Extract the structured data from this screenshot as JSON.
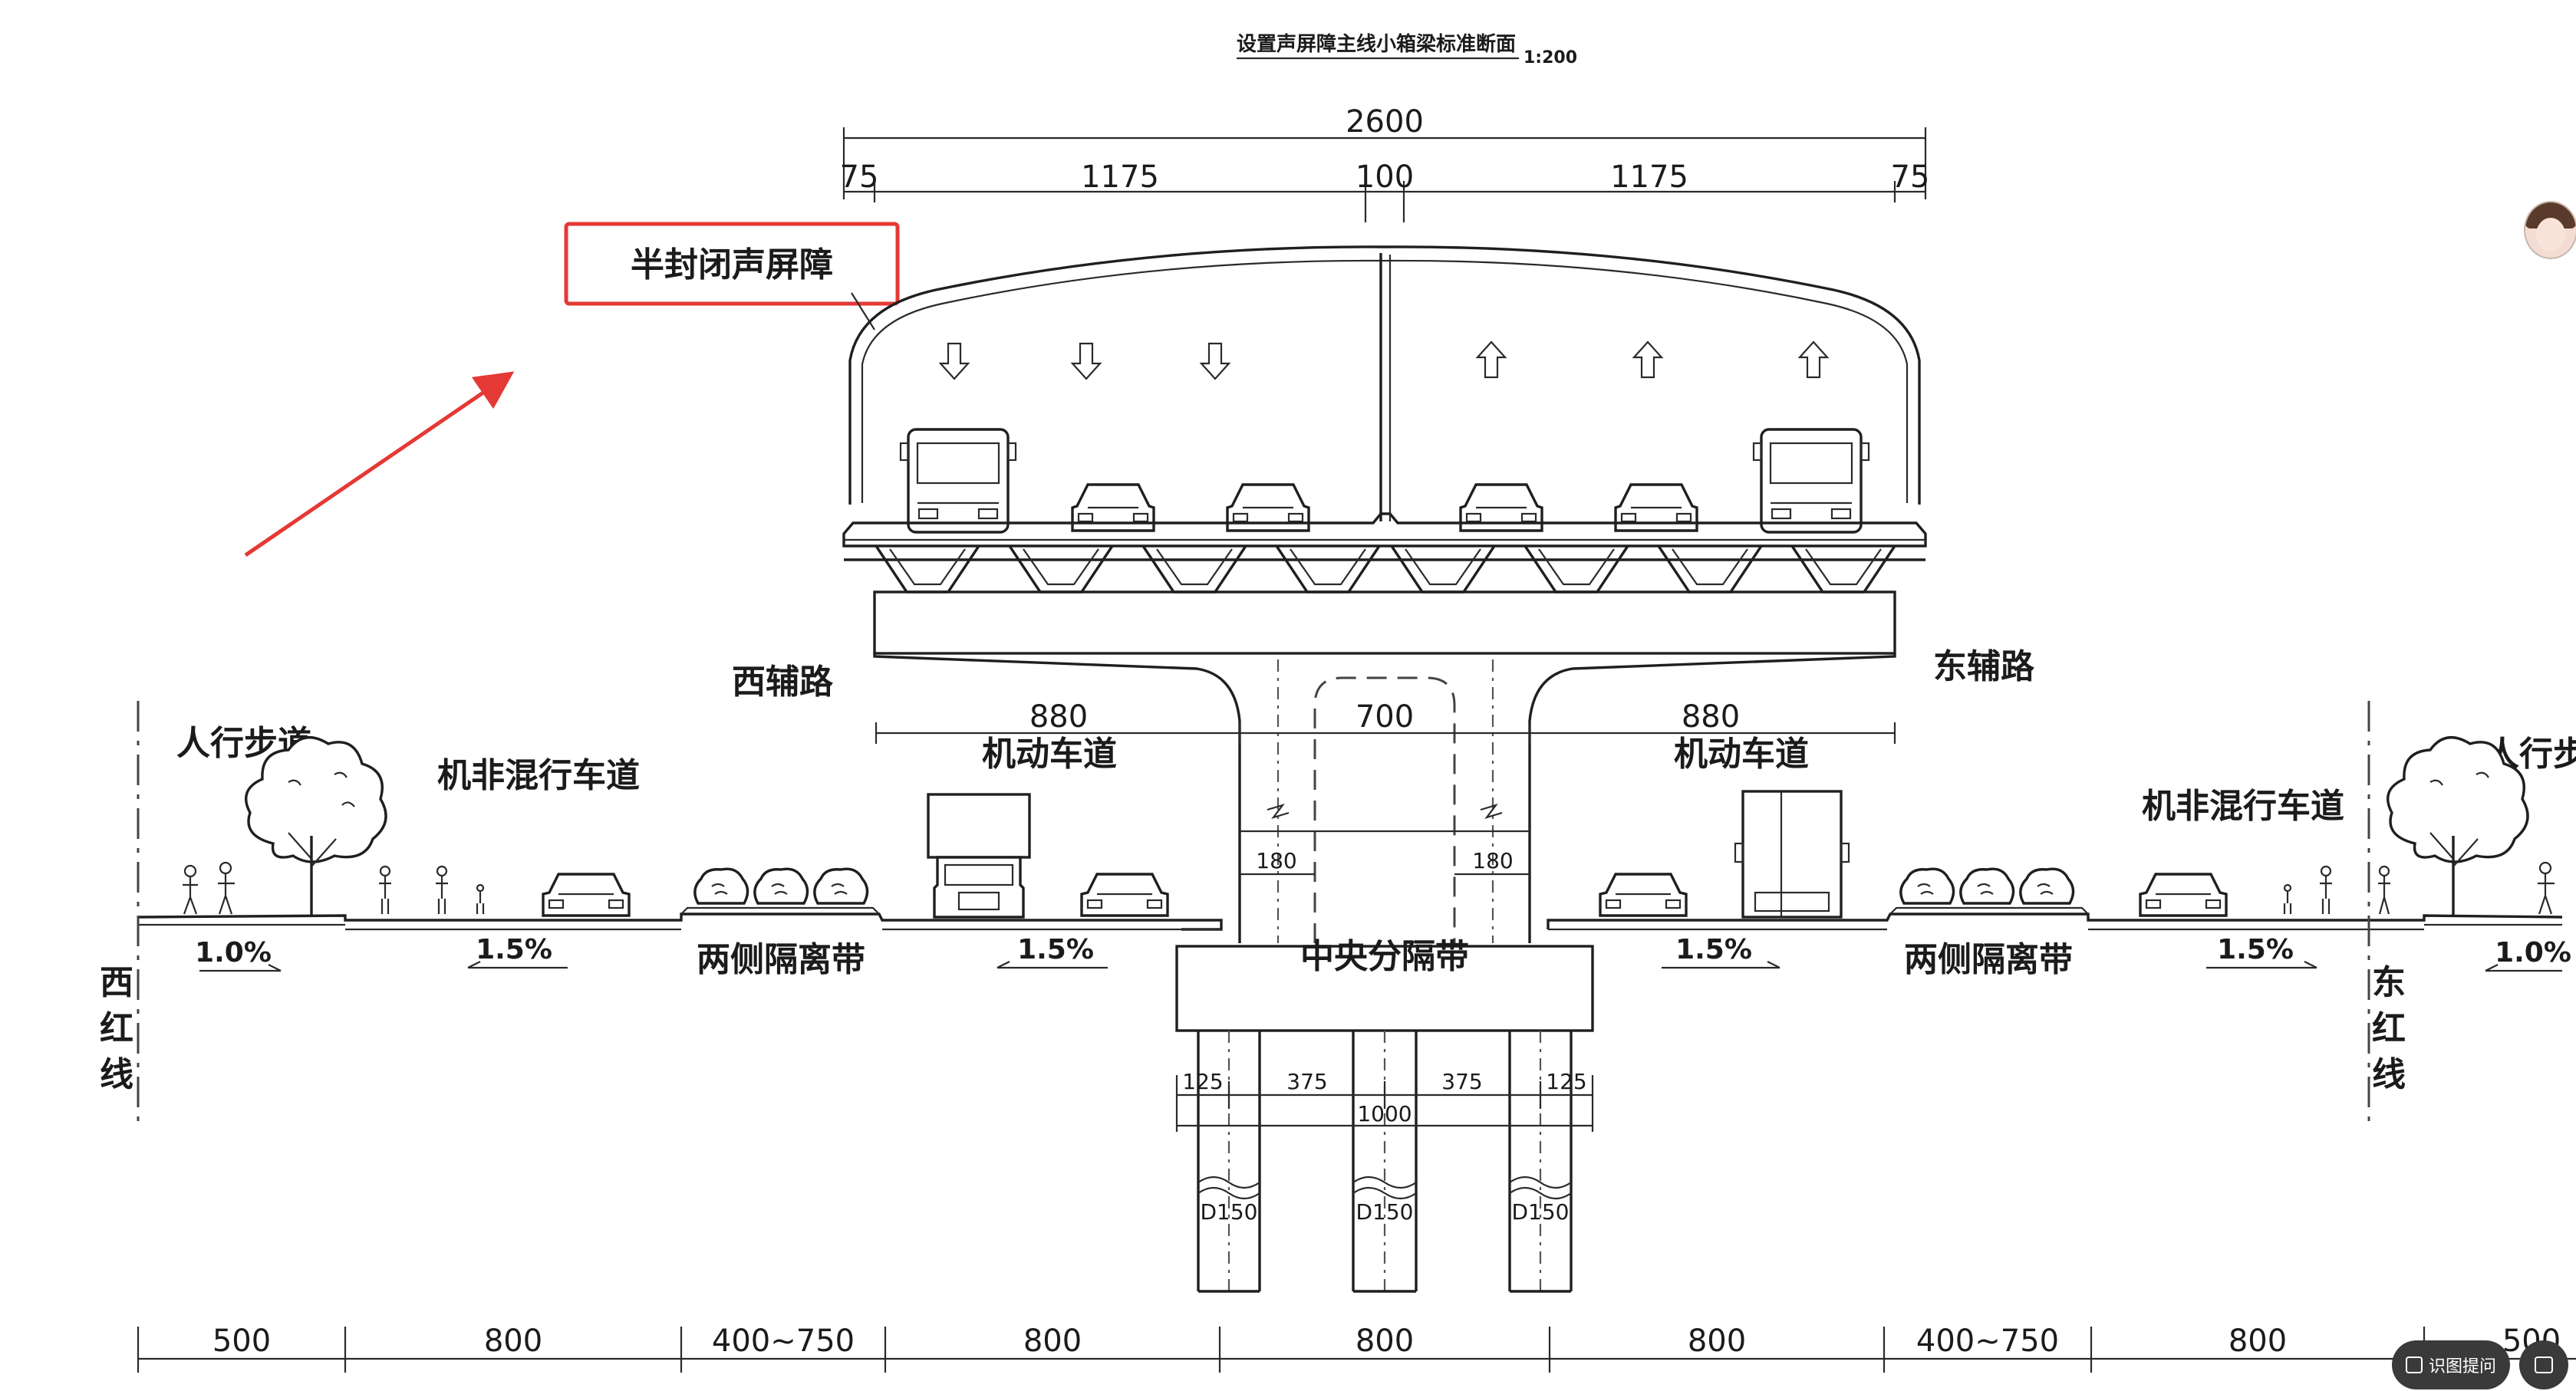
{
  "title": "设置声屏障主线小箱梁标准断面",
  "scale": "1:200",
  "callout": "半封闭声屏障",
  "accent_color": "#e53935",
  "top_dims": {
    "total": "2600",
    "segments": [
      "75",
      "1175",
      "100",
      "1175",
      "75"
    ]
  },
  "labels": {
    "west_aux": "西辅路",
    "east_aux": "东辅路",
    "sidewalk_w": "人行步道",
    "sidewalk_e": "人行步",
    "mixed_w": "机非混行车道",
    "mixed_e": "机非混行车道",
    "motor_w": "机动车道",
    "motor_e": "机动车道",
    "belt_w": "两侧隔离带",
    "belt_e": "两侧隔离带",
    "median": "中央分隔带",
    "west_red_line": [
      "西",
      "红",
      "线"
    ],
    "east_red_line": [
      "东",
      "红",
      "线"
    ]
  },
  "mid_dims": {
    "w880": "880",
    "c700": "700",
    "e880": "880",
    "g180a": "180",
    "g180b": "180"
  },
  "slopes": {
    "s1": "1.0%",
    "s2": "1.5%",
    "s3": "1.5%",
    "s4": "1.5%",
    "s5": "1.5%",
    "s6": "1.0%"
  },
  "pile_dims": {
    "segments": [
      "125",
      "375",
      "375",
      "125"
    ],
    "total": "1000",
    "pile_label": "D150"
  },
  "bottom_dims": [
    "500",
    "800",
    "400~750",
    "800",
    "800",
    "800",
    "400~750",
    "800",
    "500"
  ],
  "ui": {
    "ai_button": "识图提问"
  }
}
